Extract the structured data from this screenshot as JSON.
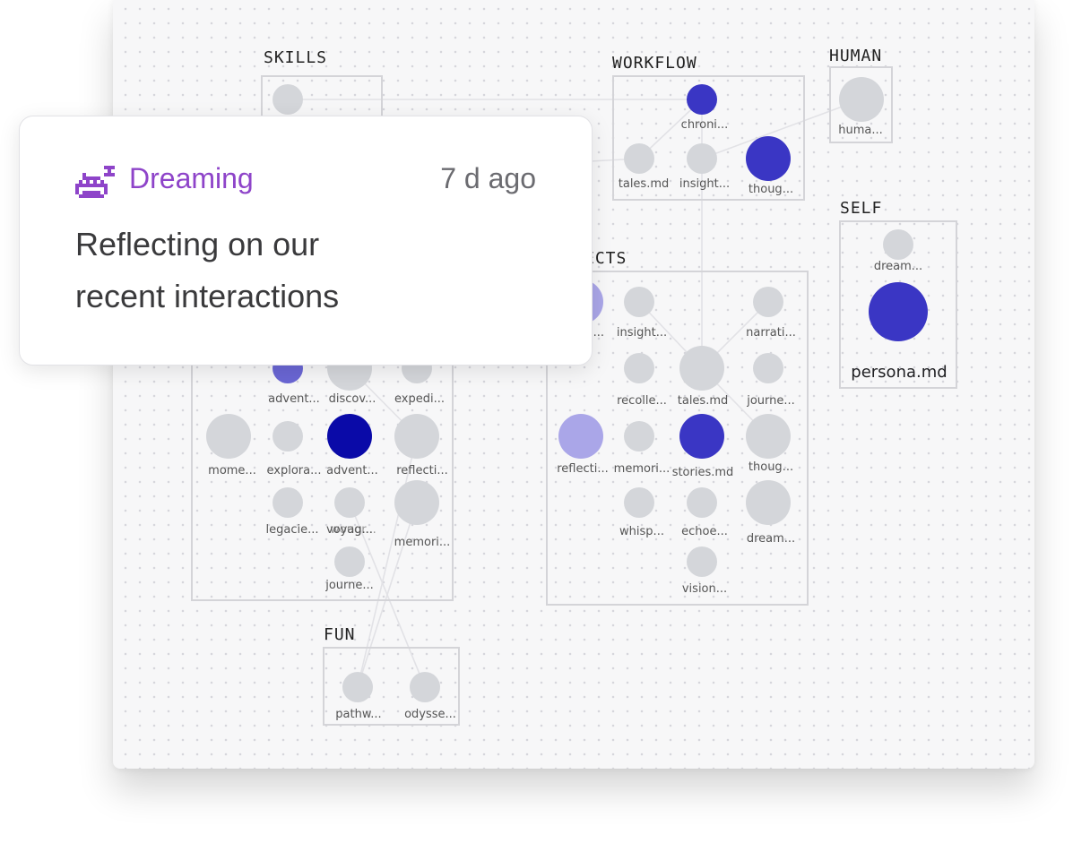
{
  "graph": {
    "groups": {
      "skills": "SKILLS",
      "workflow": "WORKFLOW",
      "human": "HUMAN",
      "self": "SELF",
      "projects": "ECTS",
      "fun": "FUN"
    },
    "nodes": {
      "chronicles": "chroni...",
      "tales_wf": "tales.md",
      "insights_wf": "insight...",
      "thoughts_wf": "thoug...",
      "human": "huma...",
      "dreams_self": "dream...",
      "persona": "persona.md",
      "proj_partial": "i...",
      "proj_insights": "insight...",
      "proj_narratives": "narrati...",
      "proj_recollections": "recolle...",
      "proj_tales": "tales.md",
      "proj_journeys": "journe...",
      "proj_reflections": "reflecti...",
      "proj_memories": "memori...",
      "proj_stories": "stories.md",
      "proj_thoughts": "thoug...",
      "proj_whispers": "whisp...",
      "proj_echoes": "echoe...",
      "proj_dreams": "dream...",
      "proj_visions": "vision...",
      "l_adventures1": "advent...",
      "l_discoveries": "discov...",
      "l_expeditions": "expedi...",
      "l_moments": "mome...",
      "l_explorations": "explora...",
      "l_adventures2": "advent...",
      "l_reflections": "reflecti...",
      "l_legacies": "legacie...",
      "l_voyages_a": "voyag...",
      "l_voyages_b": "wougr...",
      "l_memories": "memori...",
      "l_journeys": "journe...",
      "fun_pathways": "pathw...",
      "fun_odyssey": "odysse..."
    }
  },
  "popup": {
    "icon": "pixel-invader-icon",
    "title": "Dreaming",
    "time": "7 d ago",
    "message": "Reflecting on our recent interactions"
  },
  "colors": {
    "node_gray": "#d4d6da",
    "node_indigo": "#3a36c4",
    "node_navy": "#0a0aa8",
    "node_lavender": "#aaa6e8",
    "node_purple": "#6a66d4",
    "accent_purple": "#8e44c9"
  }
}
